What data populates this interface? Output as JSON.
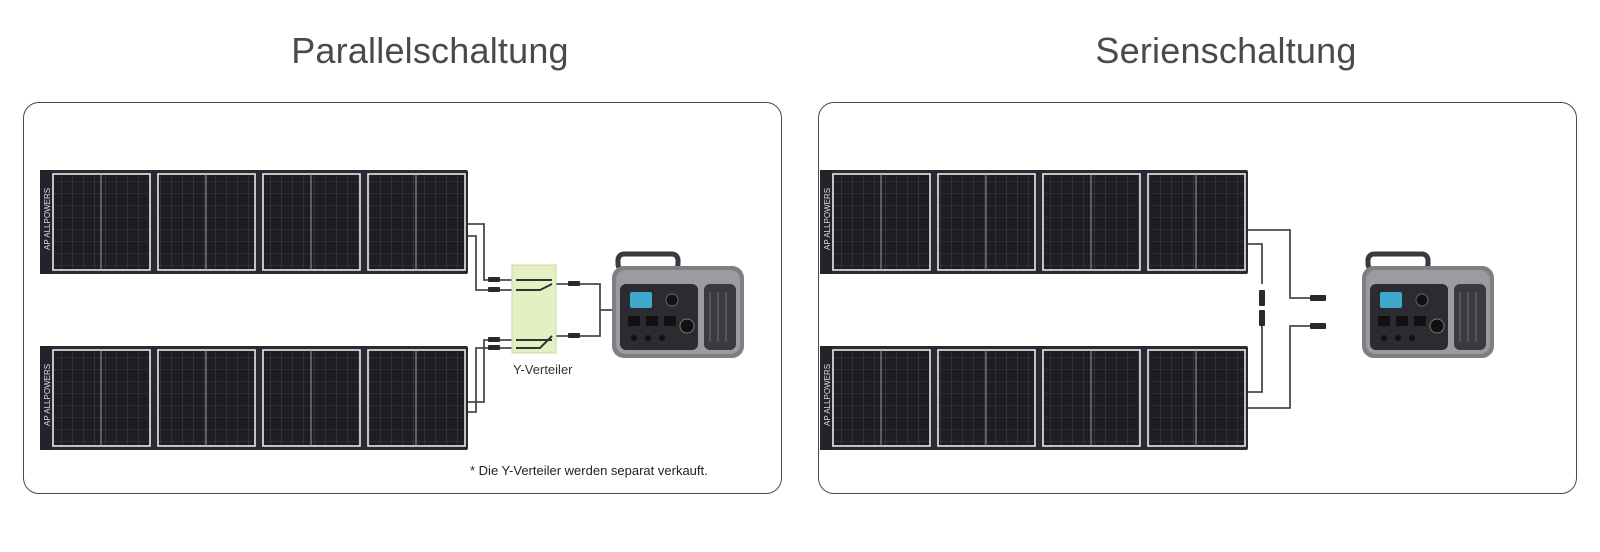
{
  "titles": {
    "parallel": "Parallelschaltung",
    "series": "Serienschaltung"
  },
  "labels": {
    "y_splitter": "Y-Verteiler",
    "note": "* Die Y-Verteiler werden separat verkauft."
  },
  "brand": {
    "logo_text": "ALLPOWERS",
    "logo_mark": "AP"
  },
  "colors": {
    "panel_frame": "#2a2a33",
    "panel_cell": "#1d1d24",
    "cable": "#4a4a4a",
    "splitter_bg": "#e4efc4"
  }
}
